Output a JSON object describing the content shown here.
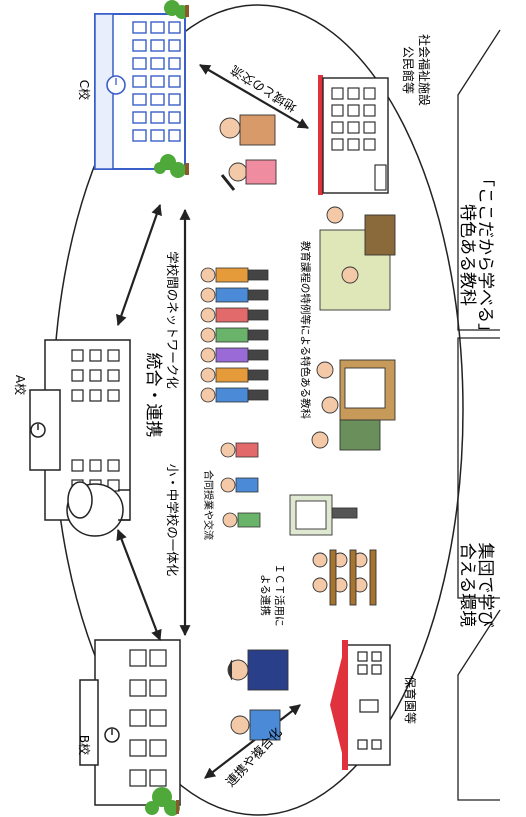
{
  "schools": {
    "a": "A校",
    "b": "B校",
    "c": "C校"
  },
  "facilities": {
    "nursery": "保育園等",
    "welfare_line1": "社会福祉施設",
    "welfare_line2": "公民館等"
  },
  "center": {
    "main_label": "統合・連携",
    "integration": "小・中学校の一体化",
    "network": "学校間のネットワーク化"
  },
  "activities": {
    "joint_class": "合同授業や交流",
    "ict_line1": "ＩＣＴ活用に",
    "ict_line2": "よる連携",
    "curriculum": "教育課程の特例等による特色ある教科"
  },
  "relations": {
    "cooperation": "連携や複合化",
    "community": "地域との交流"
  },
  "panels": {
    "group_line1": "集団で学び",
    "group_line2": "合える環境",
    "unique_line1": "「ここだから学べる」",
    "unique_line2": "特色ある教科"
  },
  "colors": {
    "school_blue": "#3a5fc8",
    "roof_red": "#e0323c",
    "tree_green": "#4fa83a",
    "line": "#000000"
  }
}
